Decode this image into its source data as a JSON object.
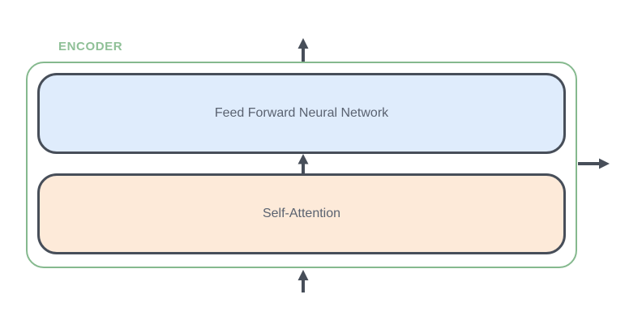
{
  "diagram": {
    "encoder_label": "ENCODER",
    "blocks": [
      {
        "id": "feed-forward",
        "label": "Feed Forward Neural Network",
        "fill": "#dfecfc"
      },
      {
        "id": "self-attention",
        "label": "Self-Attention",
        "fill": "#fdead9"
      }
    ],
    "arrows": [
      {
        "name": "input-arrow-bottom",
        "direction": "up"
      },
      {
        "name": "self-attention-to-feed-forward-arrow",
        "direction": "up"
      },
      {
        "name": "output-arrow-top",
        "direction": "up"
      },
      {
        "name": "output-arrow-right",
        "direction": "right"
      }
    ],
    "colors": {
      "encoder_border": "#85b98e",
      "encoder_label": "#8fc097",
      "block_border": "#474e59",
      "block_text": "#5a6270",
      "arrow": "#474e59",
      "feed_forward_fill": "#dfecfc",
      "self_attention_fill": "#fdead9",
      "background": "#ffffff"
    }
  }
}
